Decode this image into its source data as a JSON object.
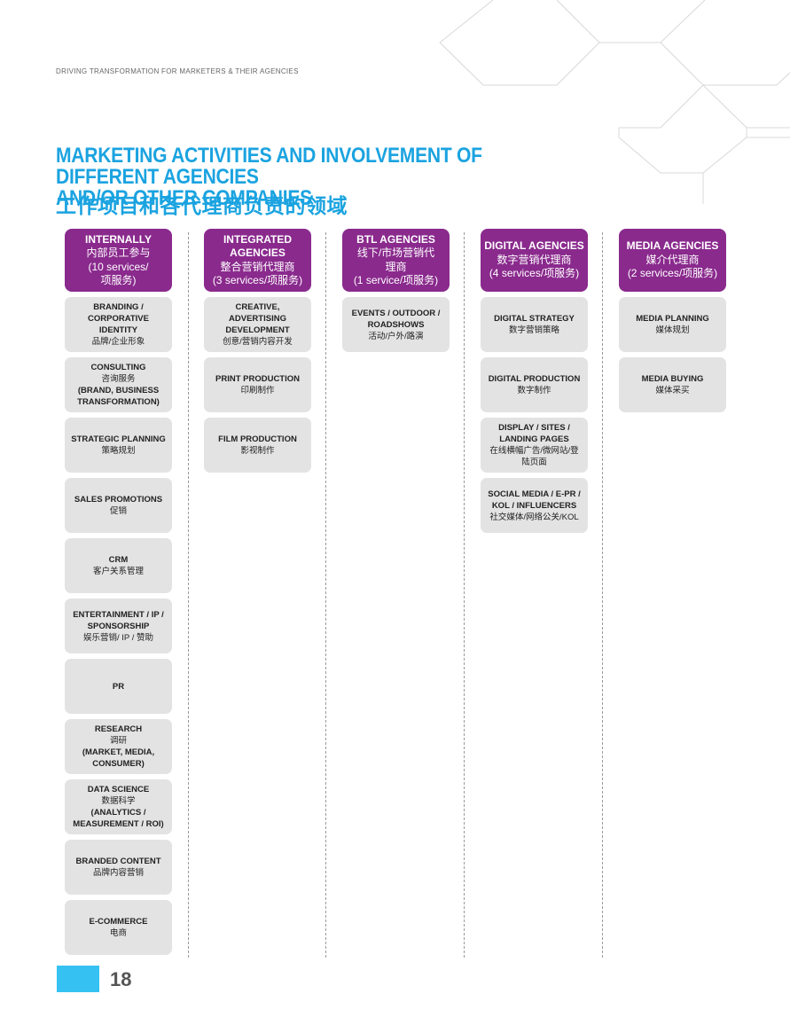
{
  "running_header": "DRIVING TRANSFORMATION FOR MARKETERS & THEIR AGENCIES",
  "title_en_line1": "MARKETING ACTIVITIES AND INVOLVEMENT OF DIFFERENT AGENCIES",
  "title_en_line2": "AND/OR OTHER COMPANIES",
  "title_cn": "工作项目和各代理商负责的领域",
  "page_number": "18",
  "colors": {
    "accent_blue": "#1ba3e0",
    "header_purple": "#8a2a8d",
    "item_grey": "#e3e3e3",
    "page_box": "#35c2f2"
  },
  "columns": [
    {
      "head": [
        "INTERNALLY",
        "内部员工参与",
        "(10 services/",
        "项服务)"
      ],
      "items": [
        [
          "BRANDING /",
          "CORPORATIVE IDENTITY",
          "品牌/企业形象"
        ],
        [
          "CONSULTING",
          "咨询服务",
          "(BRAND, BUSINESS",
          "TRANSFORMATION)"
        ],
        [
          "STRATEGIC PLANNING",
          "策略规划"
        ],
        [
          "SALES PROMOTIONS",
          "促销"
        ],
        [
          "CRM",
          "客户关系管理"
        ],
        [
          "ENTERTAINMENT / IP /",
          "SPONSORSHIP",
          "娱乐营销/ IP / 赞助"
        ],
        [
          "PR"
        ],
        [
          "RESEARCH",
          "调研",
          "(MARKET, MEDIA,",
          "CONSUMER)"
        ],
        [
          "DATA SCIENCE",
          "数据科学",
          "(ANALYTICS /",
          "MEASUREMENT / ROI)"
        ],
        [
          "BRANDED CONTENT",
          "品牌内容营销"
        ],
        [
          "E-COMMERCE",
          "电商"
        ]
      ]
    },
    {
      "head": [
        "INTEGRATED",
        "AGENCIES",
        "整合营销代理商",
        "(3 services/项服务)"
      ],
      "items": [
        [
          "CREATIVE, ADVERTISING",
          "DEVELOPMENT",
          "创意/营销内容开发"
        ],
        [
          "PRINT PRODUCTION",
          "印刷制作"
        ],
        [
          "FILM PRODUCTION",
          "影视制作"
        ]
      ]
    },
    {
      "head": [
        "BTL AGENCIES",
        "线下/市场营销代",
        "理商",
        "(1 service/项服务)"
      ],
      "items": [
        [
          "EVENTS / OUTDOOR /",
          "ROADSHOWS",
          "活动/户外/路演"
        ]
      ]
    },
    {
      "head": [
        "DIGITAL AGENCIES",
        "数字营销代理商",
        "(4 services/项服务)"
      ],
      "items": [
        [
          "DIGITAL STRATEGY",
          "数字营销策略"
        ],
        [
          "DIGITAL PRODUCTION",
          "数字制作"
        ],
        [
          "DISPLAY / SITES /",
          "LANDING PAGES",
          "在线横幅广告/微网站/登",
          "陆页面"
        ],
        [
          "SOCIAL MEDIA / E-PR /",
          "KOL / INFLUENCERS",
          "社交媒体/网络公关/KOL"
        ]
      ]
    },
    {
      "head": [
        "MEDIA AGENCIES",
        "媒介代理商",
        "(2 services/项服务)"
      ],
      "items": [
        [
          "MEDIA PLANNING",
          "媒体规划"
        ],
        [
          "MEDIA BUYING",
          "媒体采买"
        ]
      ]
    }
  ]
}
